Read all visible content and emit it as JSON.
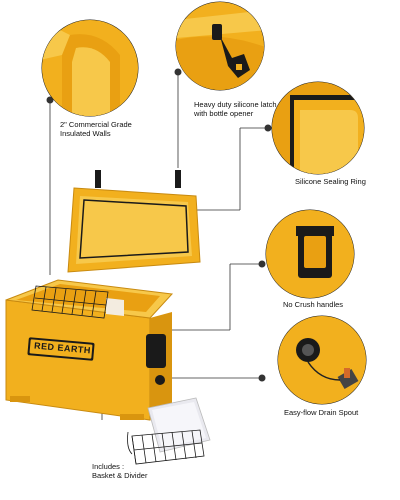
{
  "brand": {
    "logo_text": "RED EARTH"
  },
  "colors": {
    "cooler": "#F2B01E",
    "cooler_dark": "#D9950F",
    "cooler_light": "#F7C84A",
    "seal": "#1a1a1a",
    "line": "#333333"
  },
  "callouts": {
    "walls": {
      "line1": "2\" Commercial Grade",
      "line2": "Insulated Walls"
    },
    "latch": {
      "line1": "Heavy duty silicone latch",
      "line2": "with bottle opener"
    },
    "seal": {
      "line1": "Silicone Sealing Ring"
    },
    "handles": {
      "line1": "No Crush handles"
    },
    "drain": {
      "line1": "Easy-flow Drain Spout"
    },
    "includes": {
      "line1": "Includes :",
      "line2": "Basket & Divider"
    }
  }
}
